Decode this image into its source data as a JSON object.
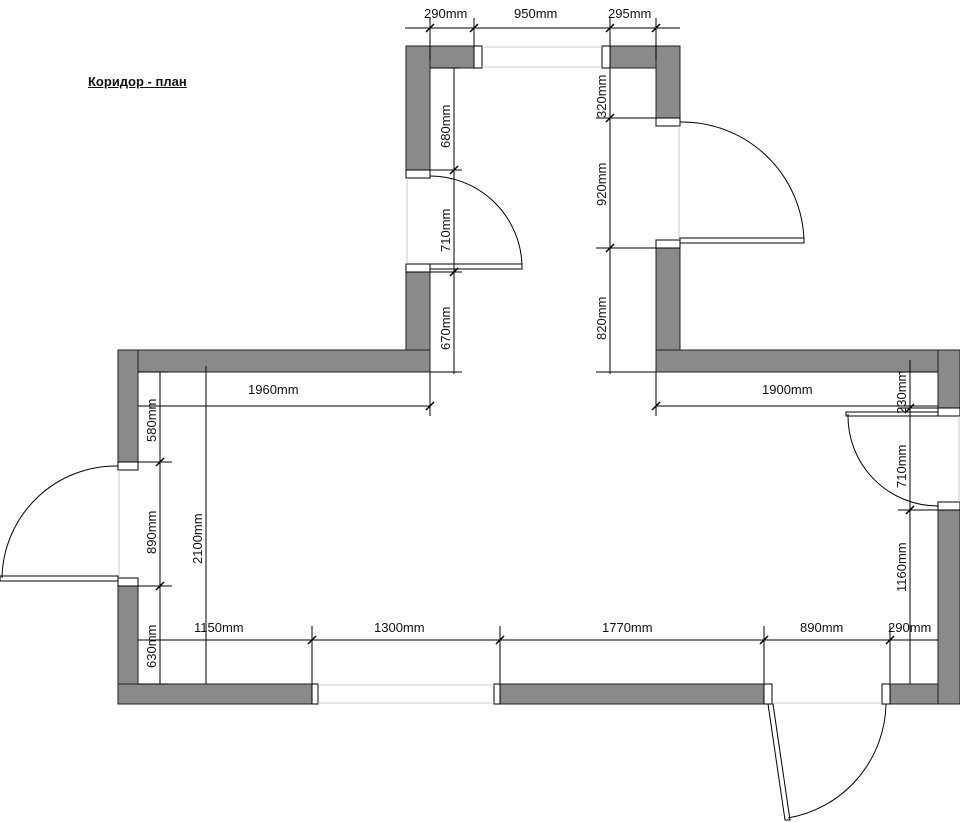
{
  "title": "Коридор - план",
  "colors": {
    "wall": "#8a8a8a",
    "line": "#000000",
    "background": "#ffffff"
  },
  "dimensions": {
    "top_left_wall": "290mm",
    "top_opening": "950mm",
    "top_right_wall": "295mm",
    "left_corridor_upper": "680mm",
    "left_corridor_door": "710mm",
    "left_corridor_lower": "670mm",
    "right_corridor_upper": "320mm",
    "right_corridor_door": "920mm",
    "right_corridor_lower": "820mm",
    "main_left_width": "1960mm",
    "main_right_width": "1900mm",
    "left_wall_upper": "580mm",
    "left_door": "890mm",
    "left_wall_lower": "630mm",
    "left_total": "2100mm",
    "right_wall_upper": "230mm",
    "right_door": "710mm",
    "right_wall_lower": "1160mm",
    "bottom_seg1": "1150mm",
    "bottom_seg2": "1300mm",
    "bottom_seg3": "1770mm",
    "bottom_seg4": "890mm",
    "bottom_seg5": "290mm"
  }
}
